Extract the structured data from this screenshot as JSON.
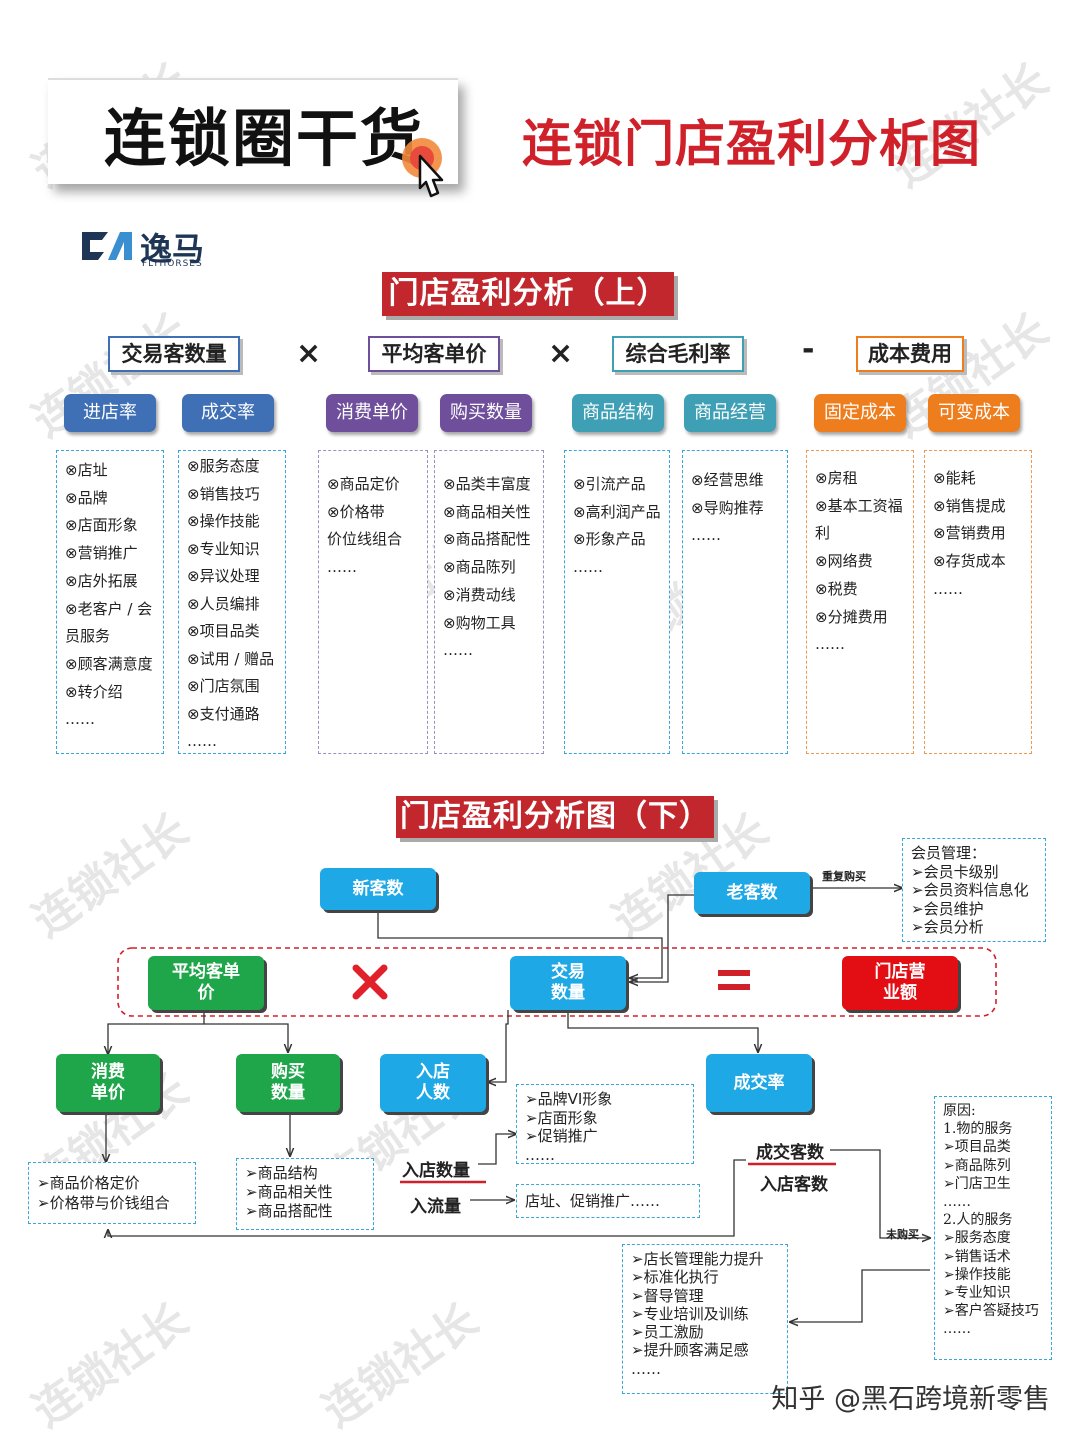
{
  "watermark": "连锁社长",
  "header": {
    "badge": "连锁圈干货",
    "title": "连锁门店盈利分析图"
  },
  "logo": {
    "name": "逸马",
    "sub": "FLYHORSES"
  },
  "top": {
    "title": "门店盈利分析（上）",
    "factors": [
      "交易客数量",
      "平均客单价",
      "综合毛利率",
      "成本费用"
    ],
    "operators": [
      "×",
      "×",
      "-"
    ],
    "pills": [
      "进店率",
      "成交率",
      "消费单价",
      "购买数量",
      "商品结构",
      "商品经营",
      "固定成本",
      "可变成本"
    ],
    "columns": [
      [
        "店址",
        "品牌",
        "店面形象",
        "营销推广",
        "店外拓展",
        "老客户 / 会员服务",
        "顾客满意度",
        "转介绍",
        "……"
      ],
      [
        "服务态度",
        "销售技巧",
        "操作技能",
        "专业知识",
        "异议处理",
        "人员编排",
        "项目品类",
        "试用 / 赠品",
        "门店氛围",
        "支付通路",
        "……"
      ],
      [
        "商品定价",
        "价格带",
        "价位线组合",
        "……"
      ],
      [
        "品类丰富度",
        "商品相关性",
        "商品搭配性",
        "商品陈列",
        "消费动线",
        "购物工具",
        "……"
      ],
      [
        "引流产品",
        "高利润产品",
        "形象产品",
        "……"
      ],
      [
        "经营思维",
        "导购推荐",
        "……"
      ],
      [
        "房租",
        "基本工资福利",
        "网络费",
        "税费",
        "分摊费用",
        "……"
      ],
      [
        "能耗",
        "销售提成",
        "营销费用",
        "存货成本",
        "……"
      ]
    ]
  },
  "bottom": {
    "title": "门店盈利分析图（下）",
    "nodes": {
      "new_customers": "新客数",
      "old_customers": "老客数",
      "avg_price": "平均客单价",
      "transactions": "交易数量",
      "revenue": "门店营业额",
      "unit_price": "消费单价",
      "buy_qty": "购买数量",
      "visitors": "入店人数",
      "conversion": "成交率"
    },
    "repeat_label": "重复购买",
    "no_purchase_label": "未购买",
    "member_box": {
      "title": "会员管理：",
      "items": [
        "会员卡级别",
        "会员资料信息化",
        "会员维护",
        "会员分析"
      ]
    },
    "brand_box": {
      "items": [
        "品牌VI形象",
        "店面形象",
        "促销推广",
        "……"
      ]
    },
    "entry_qty": "入店数量",
    "traffic": "入流量",
    "traffic_box": "店址、促销推广……",
    "deal_customers": "成交客数",
    "entry_customers": "入店客数",
    "price_box": [
      "商品价格定价",
      "价格带与价钱组合"
    ],
    "product_box": [
      "商品结构",
      "商品相关性",
      "商品搭配性"
    ],
    "manage_box": [
      "店长管理能力提升",
      "标准化执行",
      "督导管理",
      "专业培训及训练",
      "员工激励",
      "提升顾客满足感",
      "……"
    ],
    "reason_box": {
      "title": "原因:",
      "group1": "1.物的服务",
      "group1_items": [
        "项目品类",
        "商品陈列",
        "门店卫生",
        "……"
      ],
      "group2": "2.人的服务",
      "group2_items": [
        "服务态度",
        "销售话术",
        "操作技能",
        "专业知识",
        "客户答疑技巧",
        "……"
      ]
    }
  },
  "footer": "知乎 @黑石跨境新零售",
  "colors": {
    "red": "#c1272d",
    "blue_pill": "#3f6fb5",
    "purple": "#6f4f9b",
    "teal": "#3f9fb4",
    "orange": "#ee7d1e",
    "green": "#1fa64a",
    "sky": "#1ea8e6"
  }
}
